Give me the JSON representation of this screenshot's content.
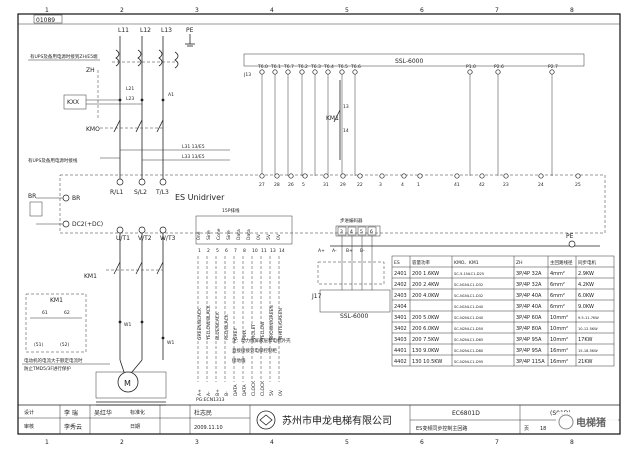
{
  "drawing_number": "01089",
  "grid_numbers": [
    "1",
    "2",
    "3",
    "4",
    "5",
    "6",
    "7",
    "8"
  ],
  "top_wires": [
    "L11",
    "L12",
    "L13",
    "PE"
  ],
  "top_left_note": "有UPS及备用电源时接到ZH/E5端",
  "box_label": "KXX",
  "zh_label": "ZH",
  "l21_label": "L21",
  "kmo_label": "KMO",
  "ups_note": "有UPS及备用电源时接线",
  "l31_label": "L31 13/E5",
  "l33_label": "L33 13/E5",
  "inputs": [
    "R/L1",
    "S/L2",
    "T/L3"
  ],
  "es_unidriver": "ES Unidriver",
  "br_label": "BR",
  "dc2_label": "DC2(+DC)",
  "outputs": [
    "U/T1",
    "V/T2",
    "W/T3"
  ],
  "ssl_title": "SSL-6000",
  "ssl_top_terms": [
    "J13",
    "T6.0",
    "T6.1",
    "T6.7",
    "T6.2",
    "T6.3",
    "T6.4",
    "T6.5",
    "T6.6",
    "P1.0",
    "P2.6",
    "P2.7"
  ],
  "km1_label": "KM1",
  "k13_label": "13",
  "k14_label": "14",
  "ctrl_terms": [
    "27",
    "28",
    "26",
    "5",
    "31",
    "29",
    "22",
    "3",
    "4",
    "1",
    "41",
    "42",
    "23",
    "24",
    "25"
  ],
  "cable_label": "15P排线",
  "connector_pins": [
    "0ne",
    "Sine",
    "Cone",
    "Sine",
    "Data",
    "Data",
    "0V",
    "5V",
    "0V"
  ],
  "wire_colors": [
    "GREEN/BLACK",
    "YELLOW/BLACK",
    "BLUE/BLACK",
    "RED/BLACK",
    "GREY",
    "PINK",
    "VIOLET",
    "YELLOW",
    "BROWN/GREEN",
    "WHITE/GREEN"
  ],
  "enc_pins": [
    "A+",
    "A-",
    "B+",
    "B-",
    "DATA",
    "DATA",
    "CLOCK",
    "CLOCK",
    "5V",
    "0V"
  ],
  "pg_label": "PG:ECN1313",
  "cable_note": "注：动力线屏蔽层和电机外壳直接接接到电梯控制柜接地线",
  "small_conn_label": "步进编码器",
  "small_conn_pins": [
    "3",
    "4",
    "5",
    "6"
  ],
  "small_conn_sides": [
    "A+",
    "A-",
    "B+",
    "B-"
  ],
  "j17_label": "J17",
  "ssl_bottom": "SSL-6000",
  "pe_label": "PE",
  "km1_box": "KM1",
  "km1_contacts": [
    "61",
    "62"
  ],
  "km1_side": [
    "(51)",
    "(52)"
  ],
  "bottom_note": "电动机的电流大于额定电流时\n防止TMD5/3F进行保护",
  "motor_label": "M",
  "table": {
    "headers": [
      "ES",
      "容量功率",
      "KMO、KM1",
      "ZH",
      "主回路线径",
      "同步电机"
    ],
    "rows": [
      [
        "2401",
        "200 1.6KW",
        "SC-5-1NLC1-D25",
        "3P/4P 32A",
        "4mm²",
        "2.9KW"
      ],
      [
        "2402",
        "200 2.4KW",
        "SC-N1NLC1-D32",
        "3P/4P 32A",
        "6mm²",
        "4.2KW"
      ],
      [
        "2403",
        "200 4.0KW",
        "SC-N1NLC1-D32",
        "3P/4P 40A",
        "6mm²",
        "6.0KW"
      ],
      [
        "2404",
        "",
        "SC-N1NLC1-D40",
        "3P/4P 40A",
        "6mm²",
        "9.0KW"
      ],
      [
        "3401",
        "200 5.0KW",
        "SC-N2NLC1-D40",
        "3P/4P 60A",
        "10mm²",
        "9.5-11.7KW"
      ],
      [
        "3402",
        "200 6.0KW",
        "SC-N2NLC1-D50",
        "3P/4P 80A",
        "10mm²",
        "10-12.5KW"
      ],
      [
        "3403",
        "200 7.5KW",
        "SC-N2NLC1-D65",
        "3P/4P 95A",
        "10mm²",
        "17KW"
      ],
      [
        "4401",
        "130 9.0KW",
        "SC-N2NLC1-D80",
        "3P/4P 95A",
        "16mm²",
        "15-18.5KW"
      ],
      [
        "4402",
        "130 10.5KW",
        "SC-N2NLC1-D95",
        "3P/4P 115A",
        "16mm²",
        "21KW"
      ]
    ]
  },
  "title_block": {
    "roles": [
      "设计",
      "审核",
      "标准化",
      "日期"
    ],
    "names": [
      "李 瑞",
      "李秀云",
      "吴红华",
      "杜志民"
    ],
    "date": "2009.11.10",
    "company": "苏州市申龙电梯有限公司",
    "drawing_code": "EC6801D",
    "drawing_name": "ES变频同步控制主回路",
    "sheet_label": "页",
    "sheet_no": "18",
    "rev": "(S01D)",
    "watermark": "电梯猪"
  }
}
